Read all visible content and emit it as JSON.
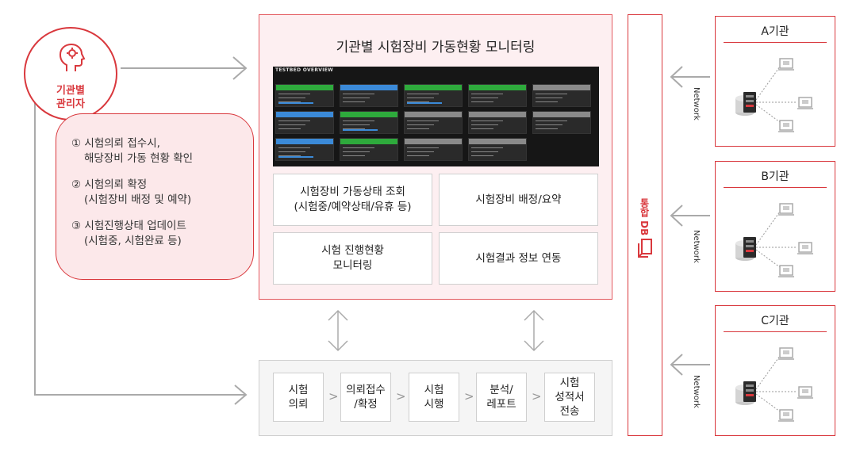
{
  "manager": {
    "label_line1": "기관별",
    "label_line2": "관리자"
  },
  "steps": [
    {
      "line1": "① 시험의뢰 접수시,",
      "line2": "해당장비 가동 현황 확인"
    },
    {
      "line1": "②  시험의뢰 확정",
      "line2": "(시험장비 배정 및 예약)"
    },
    {
      "line1": "③ 시험진행상태 업데이트",
      "line2": "(시험중, 시험완료 등)"
    }
  ],
  "monitor": {
    "title": "기관별 시험장비 가동현황 모니터링",
    "dashboard_title": "TESTBED OVERVIEW",
    "functions": [
      {
        "line1": "시험장비 가동상태 조회",
        "line2": "(시험중/예약상태/유휴 등)"
      },
      {
        "line1": "시험장비 배정/요약",
        "line2": ""
      },
      {
        "line1": "시험 진행현황",
        "line2": "모니터링"
      },
      {
        "line1": "시험결과 정보 연동",
        "line2": ""
      }
    ]
  },
  "process": [
    {
      "line1": "시험",
      "line2": "의뢰",
      "line3": ""
    },
    {
      "line1": "의뢰접수",
      "line2": "/확정",
      "line3": ""
    },
    {
      "line1": "시험",
      "line2": "시행",
      "line3": ""
    },
    {
      "line1": "분석/",
      "line2": "레포트",
      "line3": ""
    },
    {
      "line1": "시험",
      "line2": "성적서",
      "line3": "전송"
    }
  ],
  "process_separator": ">",
  "db": {
    "label": "통합 DB"
  },
  "orgs": [
    {
      "title": "A기관",
      "network": "Network"
    },
    {
      "title": "B기관",
      "network": "Network"
    },
    {
      "title": "C기관",
      "network": "Network"
    }
  ],
  "colors": {
    "accent": "#d9383d",
    "pink_bg": "#fce8ea",
    "green": "#2eaa3c",
    "blue": "#3b8ad8",
    "gray": "#8a8a8a"
  }
}
